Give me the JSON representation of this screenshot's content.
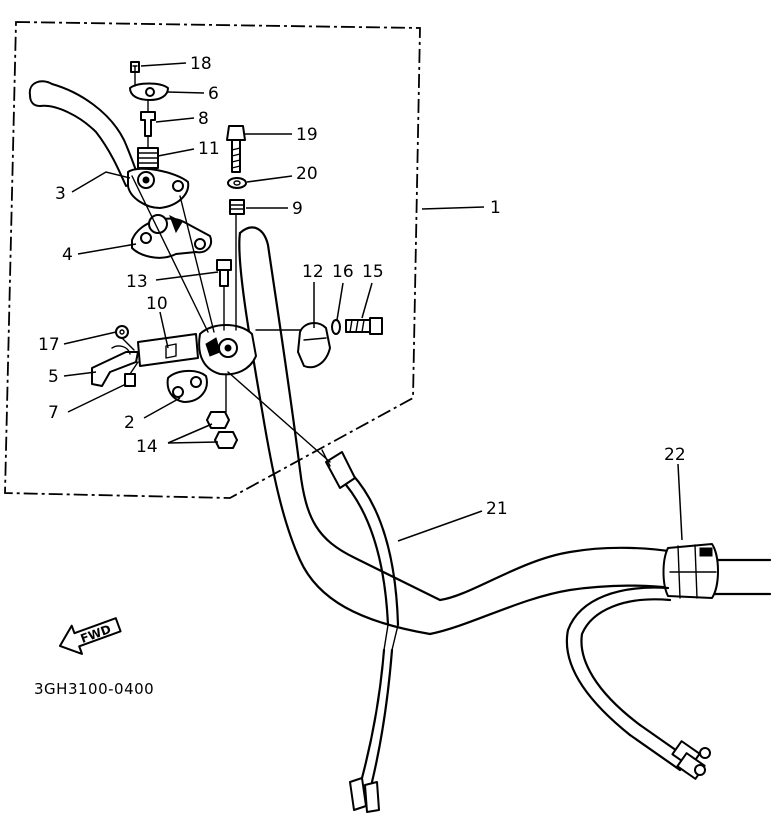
{
  "diagram": {
    "part_labels": [
      "1",
      "2",
      "3",
      "4",
      "5",
      "6",
      "7",
      "8",
      "9",
      "10",
      "11",
      "12",
      "13",
      "14",
      "15",
      "16",
      "17",
      "18",
      "19",
      "20",
      "21",
      "22"
    ],
    "direction_arrow": "FWD",
    "drawing_code": "3GH3100-0400"
  }
}
